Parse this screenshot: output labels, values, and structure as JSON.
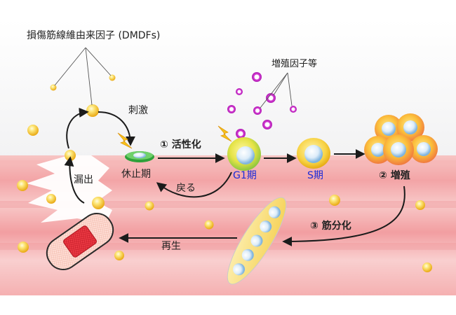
{
  "labels": {
    "dmdf": "損傷筋線維由来因子 (DMDFs)",
    "growth_factors": "増殖因子等",
    "stimulus": "刺激",
    "leak": "漏出",
    "quiescent": "休止期",
    "activation": "① 活性化",
    "return": "戻る",
    "g1": "G1期",
    "s": "S期",
    "proliferation": "② 増殖",
    "differentiation": "③ 筋分化",
    "regeneration": "再生"
  },
  "colors": {
    "muscle_band": "#f4a7a6",
    "muscle_stripe": "#e77c80",
    "dmdf_particle": "#f6c12b",
    "growth_factor": "#c52fc7",
    "phase_label": "#1a2ad8",
    "quiescent_cell": "#39b54a"
  },
  "icons": [
    "lightning-bolt-icon",
    "bandage-icon"
  ]
}
